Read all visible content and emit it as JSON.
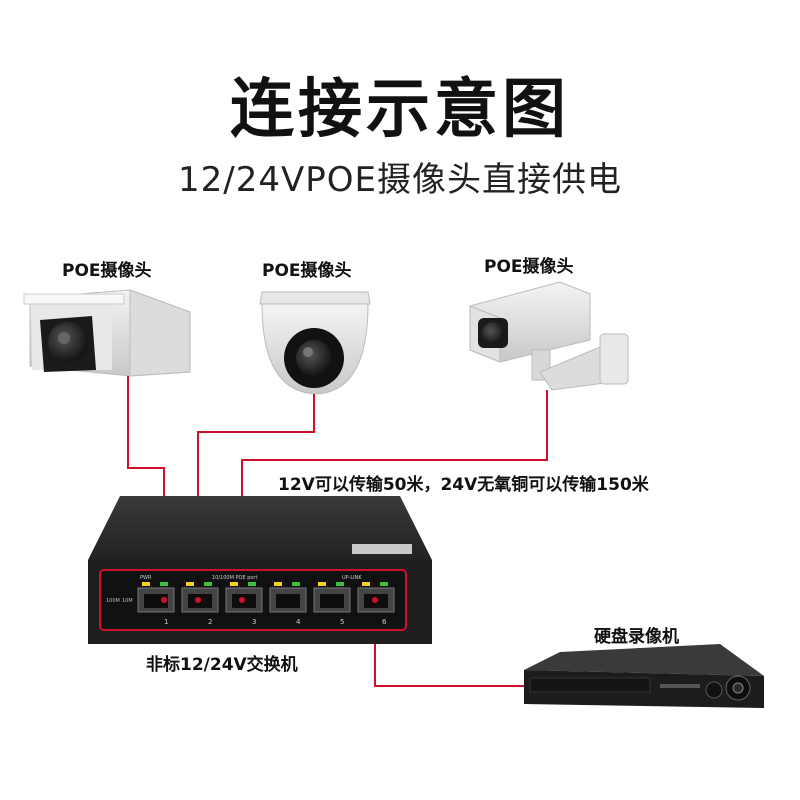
{
  "title": "连接示意图",
  "subtitle": "12/24VPOE摄像头直接供电",
  "cameras": [
    {
      "label": "POE摄像头"
    },
    {
      "label": "POE摄像头"
    },
    {
      "label": "POE摄像头"
    }
  ],
  "cable_note": "12V可以传输50米，24V无氧铜可以传输150米",
  "switch": {
    "label": "非标12/24V交换机",
    "port_numbers": [
      "1",
      "2",
      "3",
      "4",
      "5",
      "6"
    ],
    "led_labels": {
      "pwr": "PWR",
      "mode": "10/100M POE port",
      "uplink": "UP-LINK"
    },
    "side_labels": [
      "100M",
      "10M"
    ]
  },
  "nvr": {
    "label": "硬盘录像机"
  },
  "colors": {
    "cable": "#d0102a",
    "device": "#2a2a2a",
    "accent_led": "#f2d21b",
    "green_led": "#3fbf3f"
  }
}
